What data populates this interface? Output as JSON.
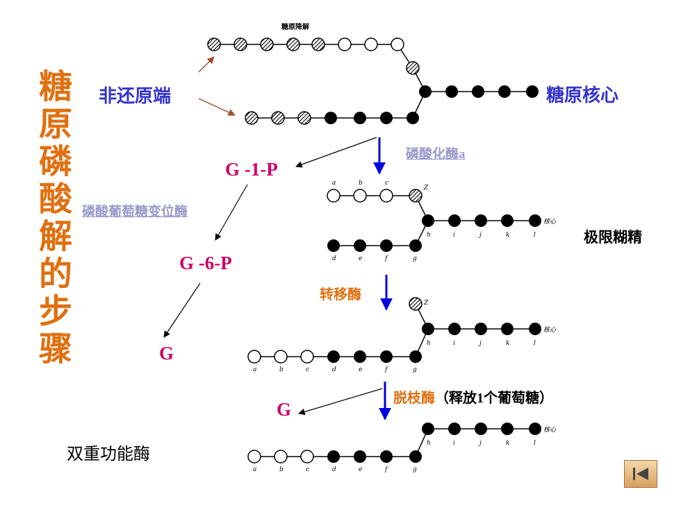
{
  "title_chars": [
    "糖",
    "原",
    "磷",
    "酸",
    "解",
    "的",
    "步",
    "骤"
  ],
  "labels": {
    "top_caption": "糖原降解",
    "non_reducing_end": "非还原端",
    "glycogen_core": "糖原核心",
    "phosphorylase": "磷酸化酶a",
    "g1p": "G -1-P",
    "phosphoglucomutase": "磷酸葡萄糖变位酶",
    "g6p": "G -6-P",
    "g": "G",
    "limit_dextrin": "极限糊精",
    "transferase": "转移酶",
    "debranching": "脱枝酶",
    "debranching_note": "（释放1个葡萄糖）",
    "g2": "G",
    "bifunctional": "双重功能酶",
    "core_small": "核心",
    "z": "Z"
  },
  "letters": {
    "upper": [
      "a",
      "b",
      "c"
    ],
    "core": [
      "h",
      "i",
      "j",
      "k",
      "l"
    ],
    "lower": [
      "d",
      "e",
      "f",
      "g"
    ],
    "row": [
      "a",
      "b",
      "c",
      "d",
      "e",
      "f",
      "g"
    ]
  },
  "colors": {
    "title": "#e07010",
    "blue": "#3333cc",
    "magenta": "#cc0066",
    "link": "#9999cc",
    "arrow_blue": "#0000dd",
    "arrow_brown": "#a0522d"
  },
  "nav": {
    "icon": "skip-back-icon"
  }
}
